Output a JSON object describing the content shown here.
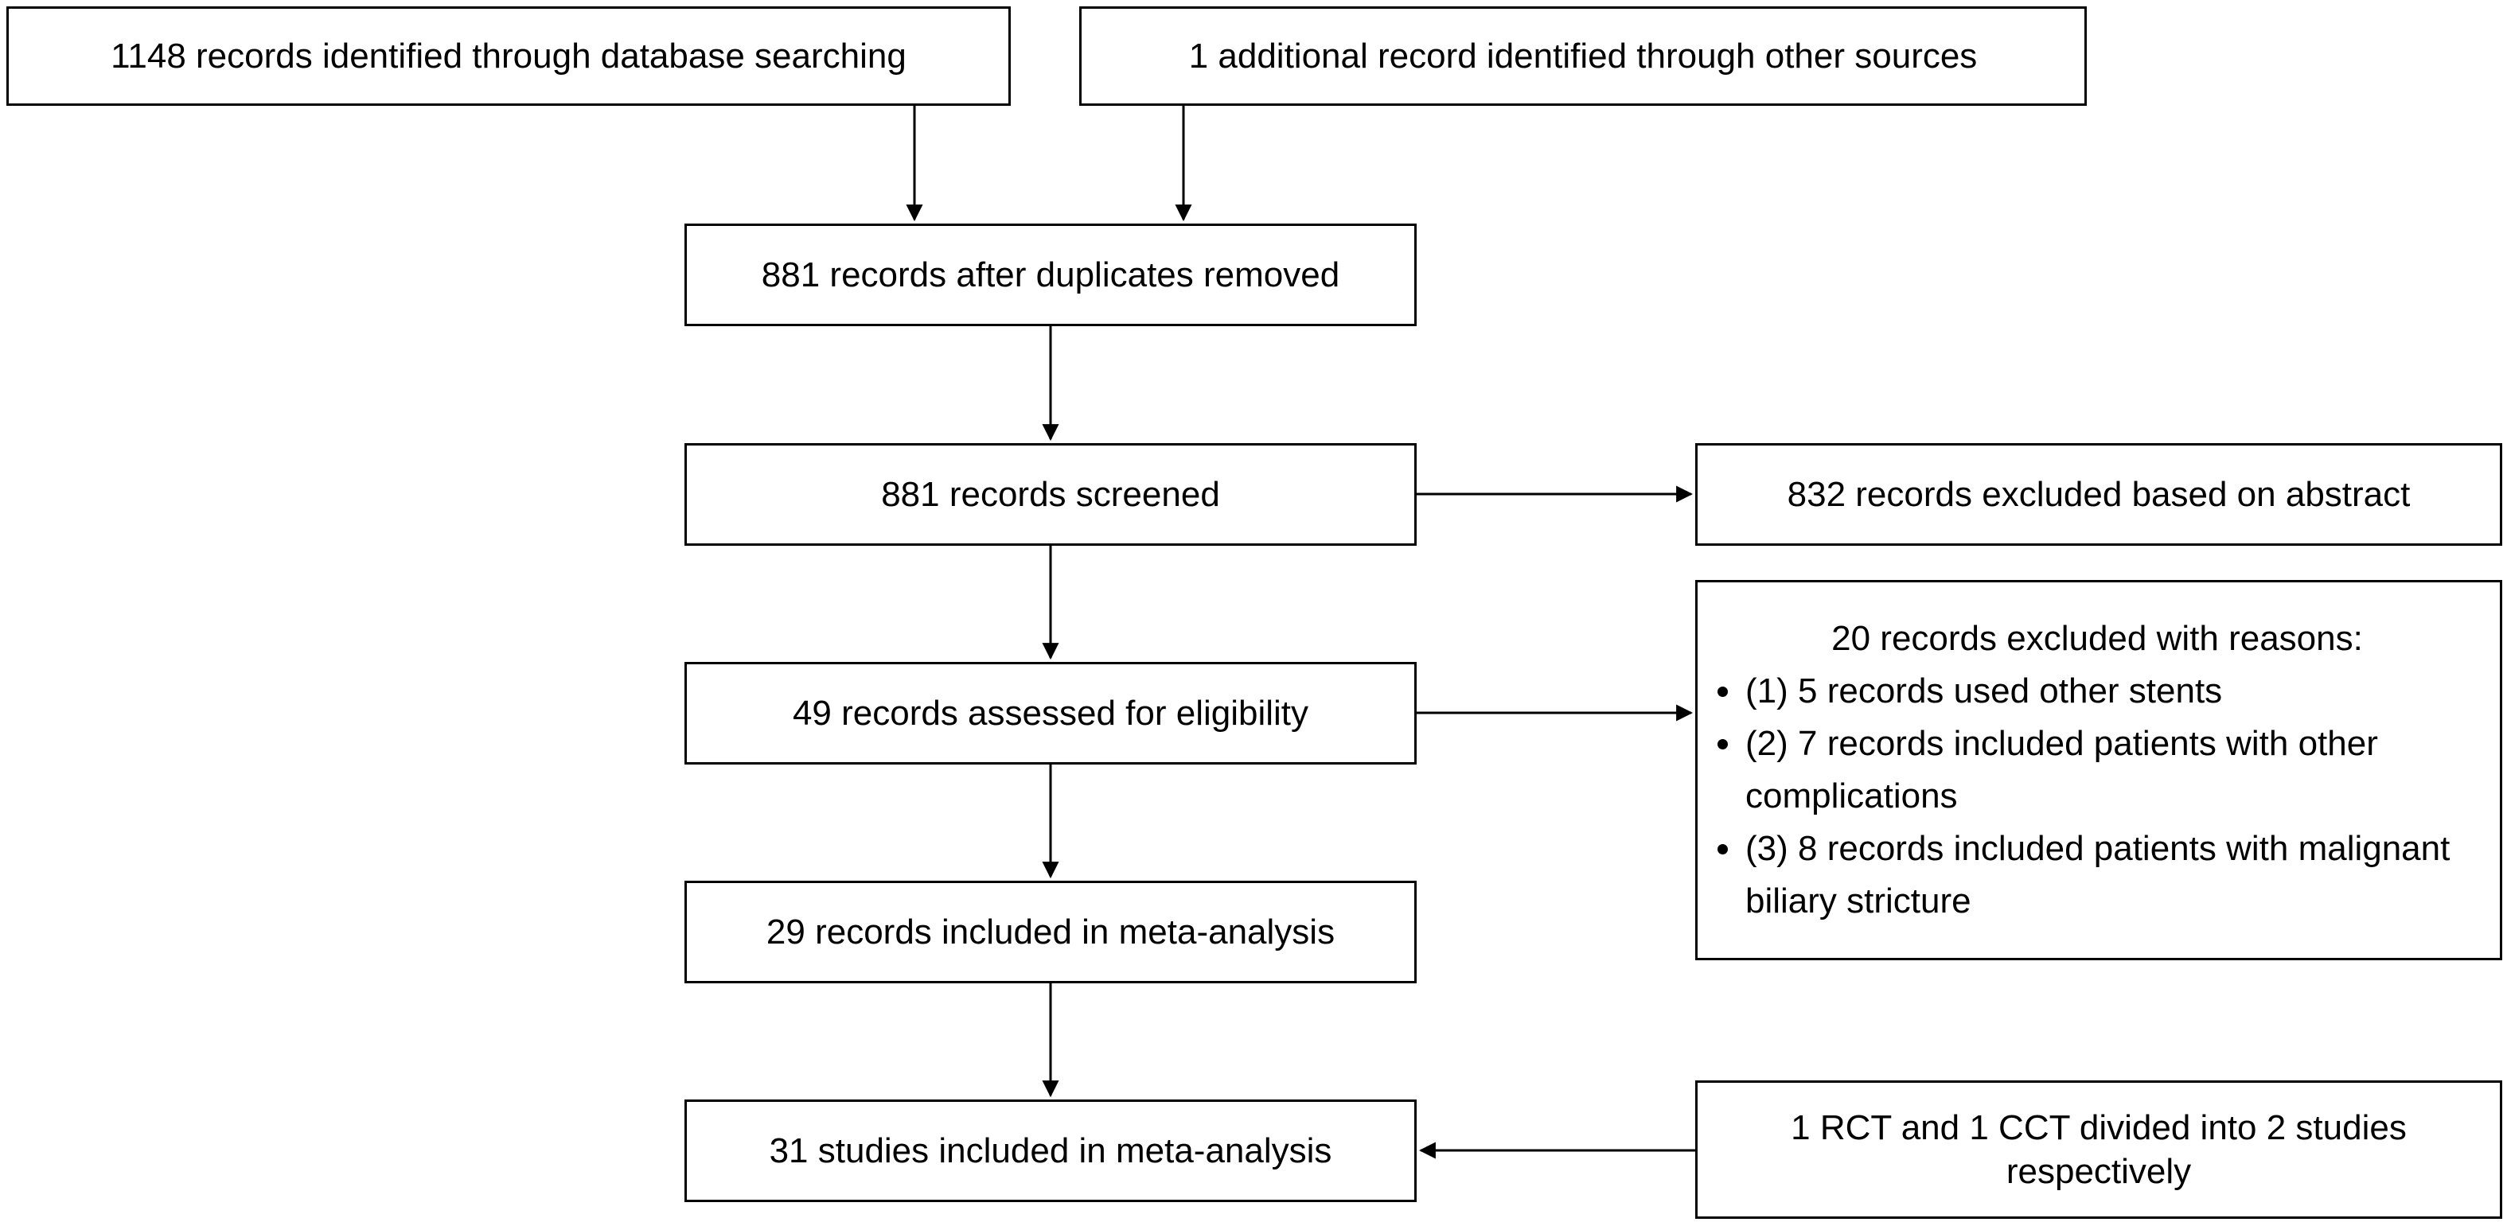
{
  "diagram": {
    "title": "Study selection flow diagram",
    "colors": {
      "background": "#ffffff",
      "box_fill": "#ffffff",
      "box_border": "#000000",
      "text": "#000000",
      "arrow": "#000000"
    },
    "boxes": {
      "identified": "1148 records identified through database searching",
      "additional": "1 additional record identified through other sources",
      "after_duplicates": "881 records after duplicates removed",
      "screened": "881 records screened",
      "excluded_abstract": "832 records excluded based on abstract",
      "assessed": "49 records assessed for eligibility",
      "excluded_reasons": {
        "header": "20 records excluded with reasons:",
        "items": [
          "(1) 5 records used other stents",
          "(2) 7 records included patients with other complications",
          "(3) 8 records included patients with malignant biliary stricture"
        ]
      },
      "included_records": "29 records included in meta-analysis",
      "included_studies": "31 studies included in meta-analysis",
      "divided": "1 RCT and 1 CCT divided into 2 studies respectively"
    }
  }
}
